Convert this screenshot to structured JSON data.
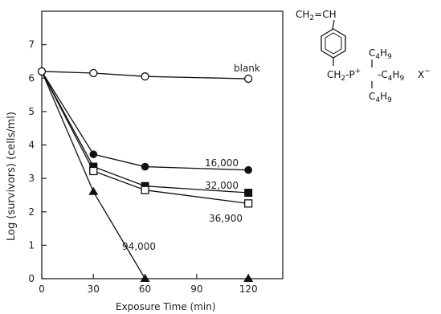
{
  "chart_data": {
    "type": "line",
    "xlabel": "Exposure Time (min)",
    "ylabel": "Log (survivors) (cells/ml)",
    "xlim": [
      0,
      140
    ],
    "ylim": [
      0,
      8
    ],
    "xticks": [
      0,
      30,
      60,
      90,
      120
    ],
    "yticks": [
      0,
      1,
      2,
      3,
      4,
      5,
      6,
      7
    ],
    "grid": false,
    "series": [
      {
        "name": "blank",
        "marker": "open-circle",
        "x": [
          0,
          30,
          60,
          120
        ],
        "y": [
          6.2,
          6.15,
          6.05,
          5.98
        ]
      },
      {
        "name": "16,000",
        "marker": "filled-circle",
        "x": [
          0,
          30,
          60,
          120
        ],
        "y": [
          6.2,
          3.72,
          3.35,
          3.25
        ]
      },
      {
        "name": "32,000",
        "marker": "filled-square",
        "x": [
          0,
          30,
          60,
          120
        ],
        "y": [
          6.2,
          3.35,
          2.77,
          2.57
        ]
      },
      {
        "name": "36,900",
        "marker": "open-square",
        "x": [
          0,
          30,
          60,
          120
        ],
        "y": [
          6.2,
          3.22,
          2.65,
          2.25
        ]
      },
      {
        "name": "94,000",
        "marker": "filled-triangle",
        "x": [
          0,
          30,
          60
        ],
        "y": [
          6.2,
          2.6,
          0.0
        ]
      }
    ],
    "extra_points": [
      {
        "x": 120,
        "y": 0.0,
        "marker": "filled-triangle"
      }
    ]
  },
  "structure": {
    "vinyl": "CH",
    "vinyl_sub": "2",
    "vinyl_tail": "=CH",
    "ch2": "CH",
    "ch2_sub": "2",
    "p": "-P",
    "plus": "+",
    "c": "C",
    "n4": "4",
    "h": "H",
    "n9": "9",
    "dash_c": "-C",
    "x": "X",
    "minus": "−"
  }
}
